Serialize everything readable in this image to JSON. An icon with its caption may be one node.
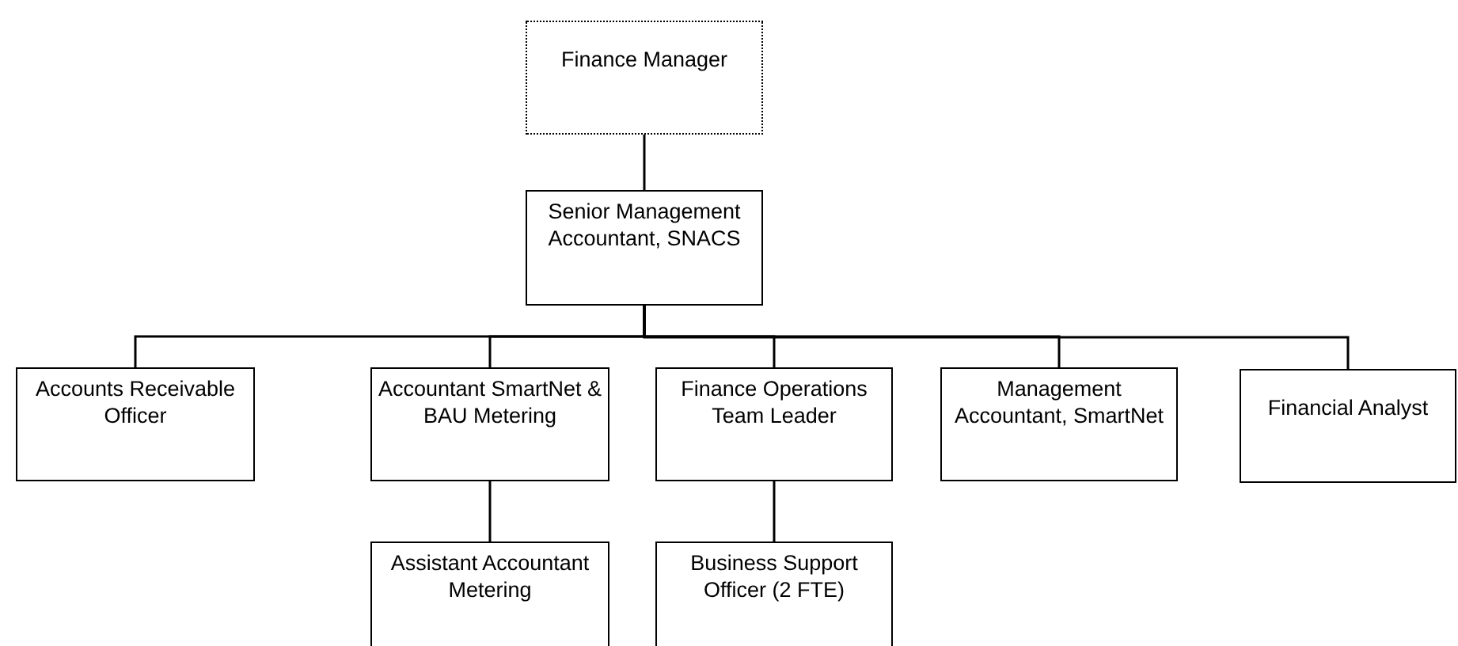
{
  "diagram": {
    "nodes": [
      {
        "text": [
          "Finance Manager"
        ]
      },
      {
        "text": [
          "Senior Management Accountant, SNACS"
        ]
      },
      {
        "text": [
          "Accounts Receivable Officer"
        ]
      },
      {
        "text": [
          "Accountant SmartNet & BAU Metering"
        ]
      },
      {
        "text": [
          "Finance Operations Team Leader"
        ]
      },
      {
        "text": [
          "Management Accountant, SmartNet"
        ]
      },
      {
        "text": [
          "Financial Analyst"
        ]
      },
      {
        "text": [
          "Assistant Accountant Metering"
        ]
      },
      {
        "text": [
          "Business Support Officer (2 FTE)"
        ]
      }
    ],
    "edges": [
      {
        "from": 0,
        "to": 1,
        "arrow": "none"
      },
      {
        "from": 1,
        "to": 2,
        "arrow": "none"
      },
      {
        "from": 1,
        "to": 3,
        "arrow": "none"
      },
      {
        "from": 1,
        "to": 4,
        "arrow": "none"
      },
      {
        "from": 1,
        "to": 5,
        "arrow": "none"
      },
      {
        "from": 1,
        "to": 6,
        "arrow": "none"
      },
      {
        "from": 3,
        "to": 7,
        "arrow": "none"
      },
      {
        "from": 4,
        "to": 8,
        "arrow": "none"
      }
    ]
  }
}
